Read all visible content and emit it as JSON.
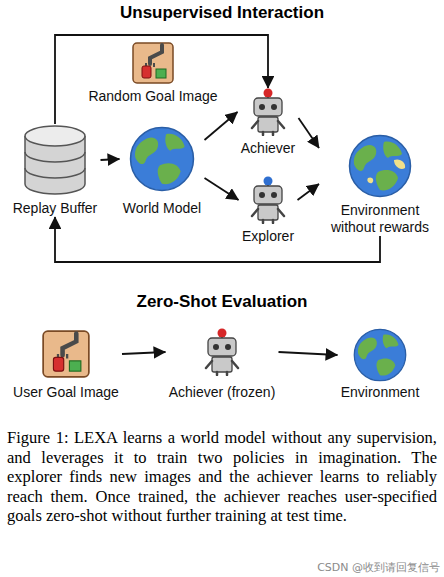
{
  "diagram": {
    "title": "Unsupervised Interaction",
    "caption": "Figure 1: LEXA learns a world model without any supervision, and leverages it to train two policies in imagination. The explorer finds new images and the achiever learns to reliably reach them. Once trained, the achiever reaches user-specified goals zero-shot without further training at test time.",
    "nodes": [
      {
        "text": [
          "Random Goal Image"
        ]
      },
      {
        "text": [
          "Replay Buffer"
        ]
      },
      {
        "text": [
          "World Model"
        ]
      },
      {
        "text": [
          "Achiever"
        ]
      },
      {
        "text": [
          "Explorer"
        ]
      },
      {
        "text": [
          "Environment without rewards"
        ]
      },
      {
        "text": [
          "User Goal Image"
        ]
      },
      {
        "text": [
          "Achiever (frozen)"
        ]
      },
      {
        "text": [
          "Environment"
        ]
      }
    ],
    "edges": [
      {
        "from": 1,
        "to": 3,
        "arrow": "to"
      },
      {
        "from": 1,
        "to": 2,
        "arrow": "to"
      },
      {
        "from": 2,
        "to": 3,
        "arrow": "to"
      },
      {
        "from": 2,
        "to": 4,
        "arrow": "to"
      },
      {
        "from": 3,
        "to": 5,
        "arrow": "to"
      },
      {
        "from": 4,
        "to": 5,
        "arrow": "to"
      },
      {
        "from": 5,
        "to": 1,
        "arrow": "to"
      },
      {
        "from": 6,
        "to": 7,
        "arrow": "to"
      },
      {
        "from": 7,
        "to": 8,
        "arrow": "to"
      }
    ],
    "labels": [
      "Zero-Shot Evaluation",
      "CSDN @收到请回复信号"
    ]
  }
}
